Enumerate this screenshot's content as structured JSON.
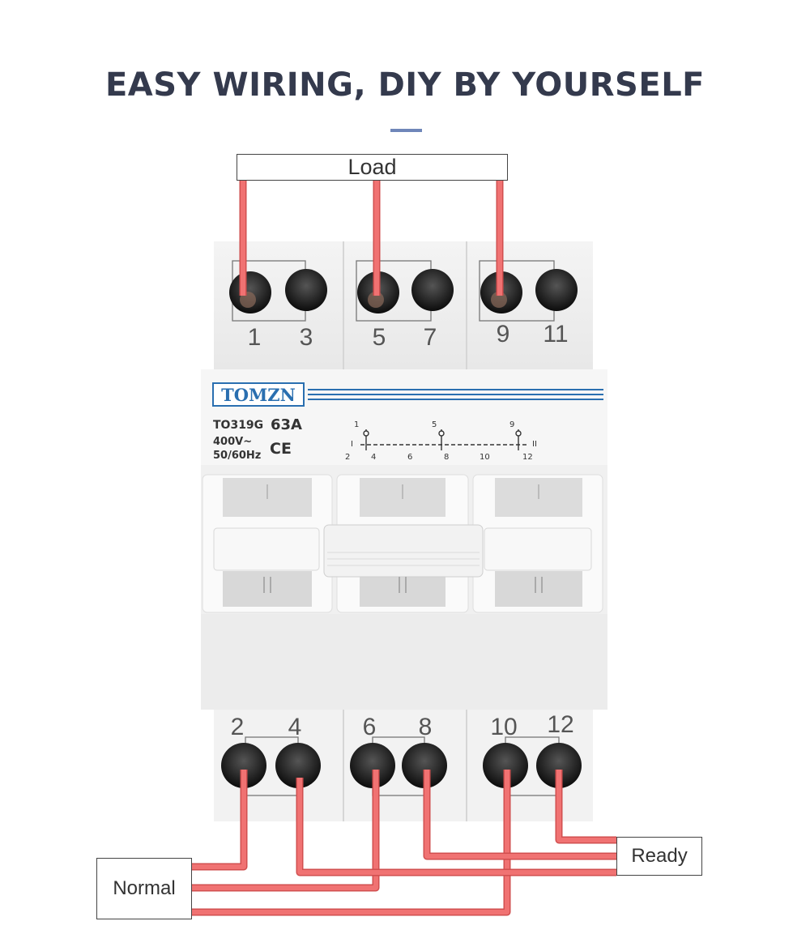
{
  "headline": "EASY WIRING, DIY BY YOURSELF",
  "labels": {
    "load": "Load",
    "normal": "Normal",
    "ready": "Ready"
  },
  "device": {
    "brand": "TOMZN",
    "model": "TO319G",
    "rating": "63A",
    "voltage": "400V~",
    "frequency": "50/60Hz",
    "ce_mark": "CE",
    "position_1": "I",
    "position_2": "II",
    "schematic_numbers": [
      "1",
      "5",
      "9",
      "2",
      "4",
      "6",
      "8",
      "10",
      "12"
    ]
  },
  "top_terminals": [
    "1",
    "3",
    "5",
    "7",
    "9",
    "11"
  ],
  "bottom_terminals": [
    "2",
    "4",
    "6",
    "8",
    "10",
    "12"
  ],
  "colors": {
    "wire": "#f07272",
    "wire_edge": "#d14f4f",
    "accent": "#2a6fb0",
    "headline": "#343a4d"
  }
}
